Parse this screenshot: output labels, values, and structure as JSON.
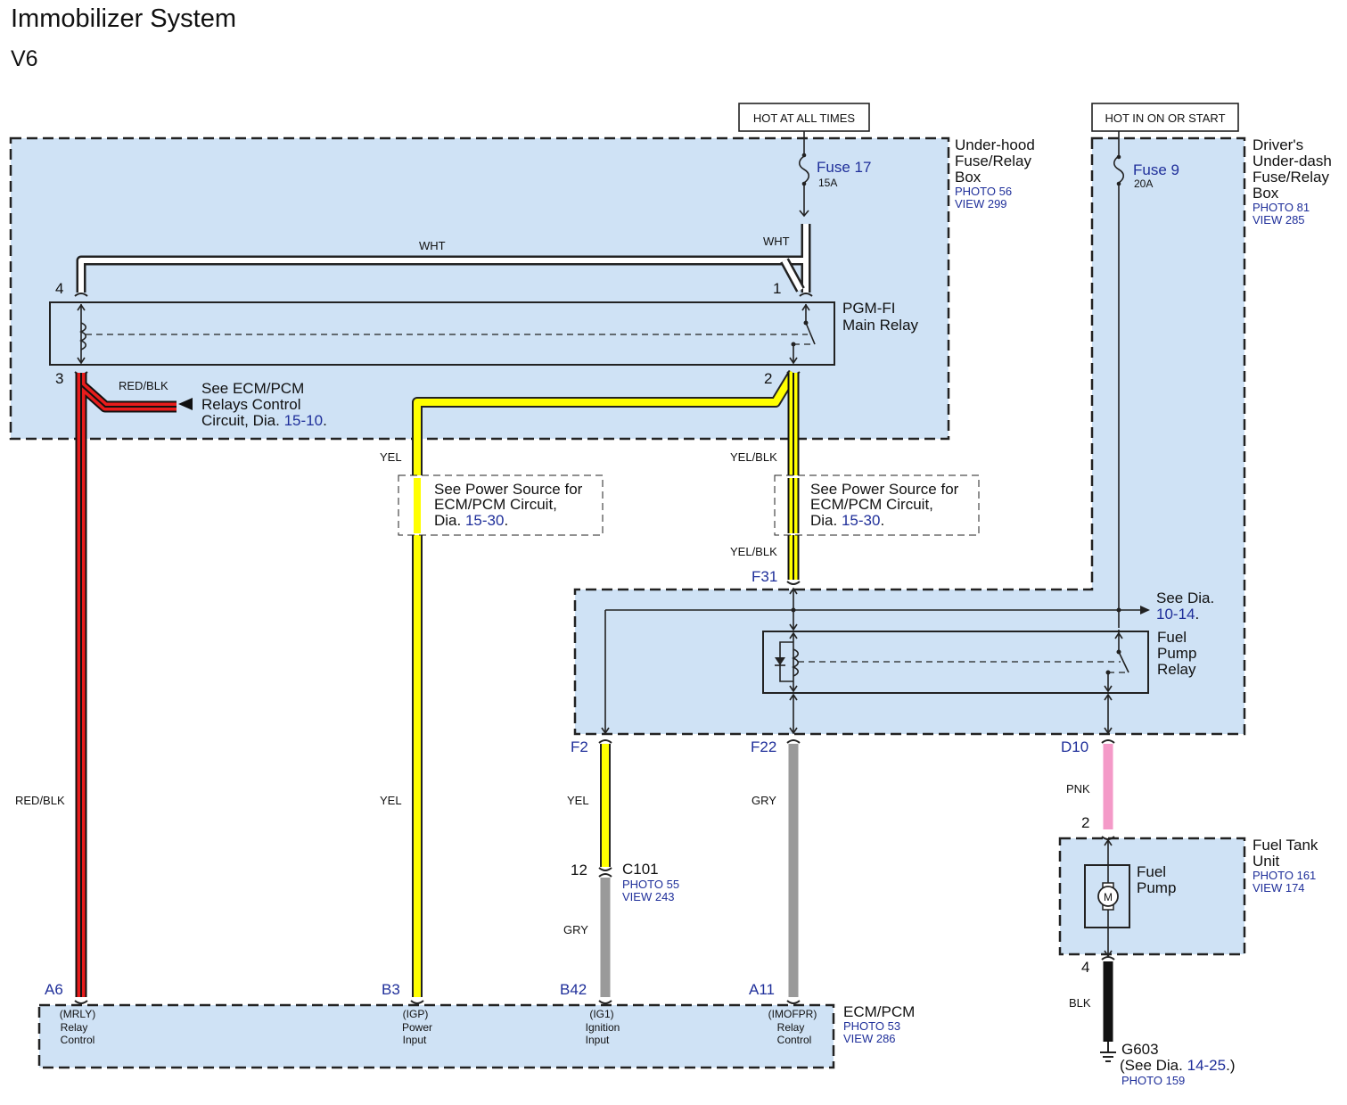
{
  "title": "Immobilizer System",
  "subtitle": "V6",
  "hot_at_all_times": "HOT AT ALL TIMES",
  "hot_in_on_or_start": "HOT IN ON OR START",
  "underhood_box": {
    "lines": [
      "Under-hood",
      "Fuse/Relay",
      "Box"
    ],
    "photo": "PHOTO 56",
    "view": "VIEW 299"
  },
  "underdash_box": {
    "lines": [
      "Driver's",
      "Under-dash",
      "Fuse/Relay",
      "Box"
    ],
    "photo": "PHOTO 81",
    "view": "VIEW 285"
  },
  "fuse17": {
    "name": "Fuse 17",
    "rating": "15A"
  },
  "fuse9": {
    "name": "Fuse 9",
    "rating": "20A"
  },
  "main_relay": {
    "lines": [
      "PGM-FI",
      "Main Relay"
    ],
    "pin4": "4",
    "pin1": "1",
    "pin3": "3",
    "pin2": "2"
  },
  "see_relays": {
    "line1": "See ECM/PCM",
    "line2": "Relays Control",
    "line3": "Circuit,  Dia.",
    "dia": "15-10",
    "end": "."
  },
  "see_power_a": {
    "line1": "See Power Source for",
    "line2": "ECM/PCM Circuit,",
    "line3": "Dia.",
    "dia": "15-30",
    "end": "."
  },
  "see_power_b": {
    "line1": "See Power Source for",
    "line2": "ECM/PCM Circuit,",
    "line3": "Dia.",
    "dia": "15-30",
    "end": "."
  },
  "see_dia_1014": {
    "line1": "See  Dia.",
    "dia": "10-14",
    "end": "."
  },
  "fuel_pump_relay": {
    "lines": [
      "Fuel",
      "Pump",
      "Relay"
    ]
  },
  "fuel_tank_unit": {
    "lines": [
      "Fuel Tank",
      "Unit"
    ],
    "photo": "PHOTO 161",
    "view": "VIEW 174"
  },
  "fuel_pump": {
    "lines": [
      "Fuel",
      "Pump"
    ],
    "symbol": "M",
    "pin2": "2",
    "pin4": "4"
  },
  "c101": {
    "name": "C101",
    "photo": "PHOTO 55",
    "view": "VIEW 243",
    "pin": "12"
  },
  "g603": {
    "name": "G603",
    "line2_prefix": "(See Dia.",
    "dia": "14-25",
    "end": ".)",
    "photo": "PHOTO 159"
  },
  "ecm": {
    "name": "ECM/PCM",
    "photo": "PHOTO 53",
    "view": "VIEW 286"
  },
  "connectors": {
    "f31": "F31",
    "f2": "F2",
    "f22": "F22",
    "d10": "D10",
    "a6": "A6",
    "b3": "B3",
    "b42": "B42",
    "a11": "A11"
  },
  "wires": {
    "wht_top": "WHT",
    "wht_right": "WHT",
    "redblk_branch": "RED/BLK",
    "redblk_main": "RED/BLK",
    "yel_upper": "YEL",
    "yel_lower": "YEL",
    "yelblk_upper": "YEL/BLK",
    "yelblk_lower": "YEL/BLK",
    "yel_f2": "YEL",
    "gry_c101": "GRY",
    "gry_f22": "GRY",
    "pnk": "PNK",
    "blk": "BLK"
  },
  "ecm_pins": [
    {
      "code": "(MRLY)",
      "l1": "Relay",
      "l2": "Control"
    },
    {
      "code": "(IGP)",
      "l1": "Power",
      "l2": "Input"
    },
    {
      "code": "(IG1)",
      "l1": "Ignition",
      "l2": "Input"
    },
    {
      "code": "(IMOFPR)",
      "l1": "Relay",
      "l2": "Control"
    }
  ],
  "colors": {
    "box_fill": "#cfe2f5",
    "yellow": "#ffff00",
    "red": "#e81c1c",
    "gray": "#9a9a9a",
    "pink": "#f49ac8",
    "black": "#111111",
    "blue_text": "#1f2f9a"
  }
}
